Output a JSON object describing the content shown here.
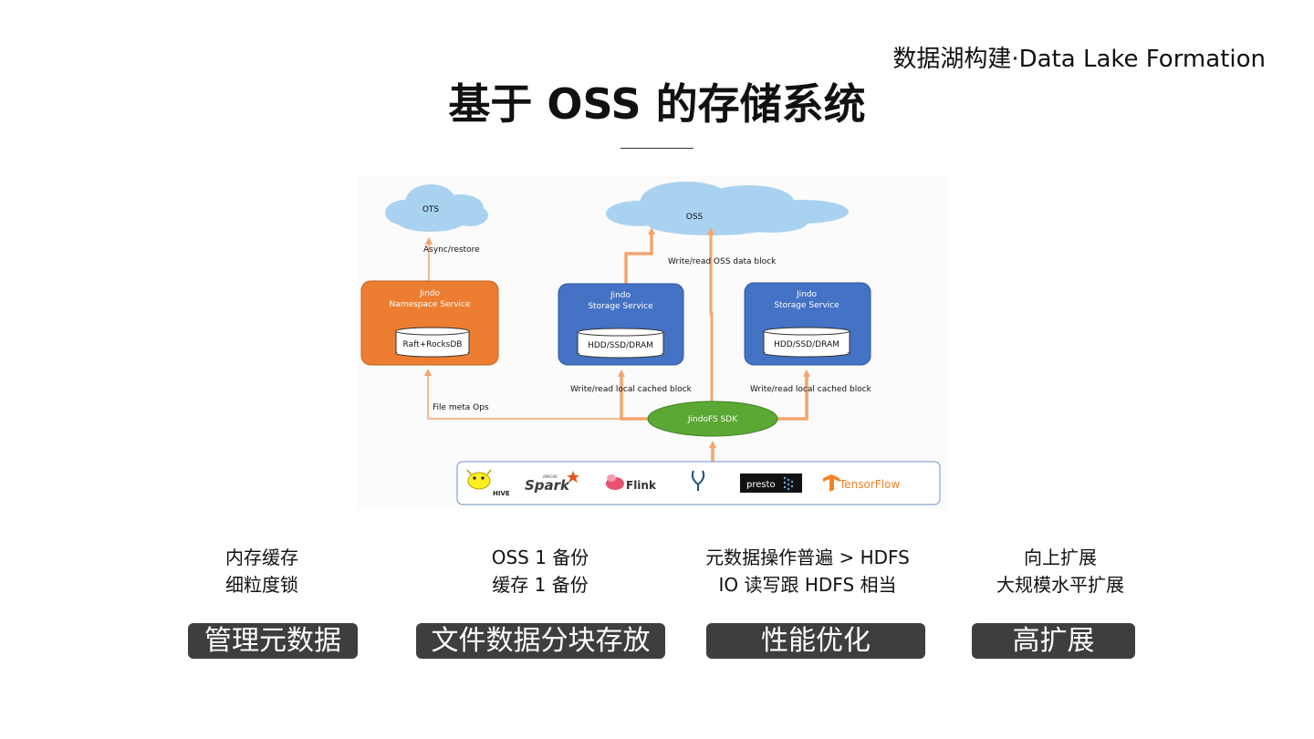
{
  "header": {
    "brand": "数据湖构建·Data Lake Formation",
    "title": "基于 OSS 的存储系统"
  },
  "diagram": {
    "clouds": {
      "ots": "OTS",
      "oss": "OSS"
    },
    "namespace_service": {
      "title_line1": "Jindo",
      "title_line2": "Namespace Service",
      "db": "Raft+RocksDB",
      "color": "#ED7D31"
    },
    "storage_services": [
      {
        "title_line1": "Jindo",
        "title_line2": "Storage Service",
        "db": "HDD/SSD/DRAM"
      },
      {
        "title_line1": "Jindo",
        "title_line2": "Storage Service",
        "db": "HDD/SSD/DRAM"
      }
    ],
    "storage_color": "#4472C4",
    "sdk": {
      "label": "JindoFS SDK",
      "color": "#5BA834"
    },
    "arrow_color": "#F4A46C",
    "edge_labels": {
      "async_restore": "Async/restore",
      "oss_write": "Write/read OSS data block",
      "file_meta": "File meta Ops",
      "local_cache_1": "Write/read local cached block",
      "local_cache_2": "Write/read local cached block"
    },
    "engines": {
      "hive": "HIVE",
      "spark_small": "APACHE",
      "spark": "Spark",
      "flink": "Flink",
      "presto": "presto",
      "tensorflow": "TensorFlow"
    }
  },
  "features": [
    {
      "line1": "内存缓存",
      "line2": "细粒度锁",
      "label": "管理元数据"
    },
    {
      "line1": "OSS 1 备份",
      "line2": "缓存 1 备份",
      "label": "文件数据分块存放"
    },
    {
      "line1": "元数据操作普遍 > HDFS",
      "line2": "IO 读写跟 HDFS 相当",
      "label": "性能优化"
    },
    {
      "line1": "向上扩展",
      "line2": "大规模水平扩展",
      "label": "高扩展"
    }
  ]
}
